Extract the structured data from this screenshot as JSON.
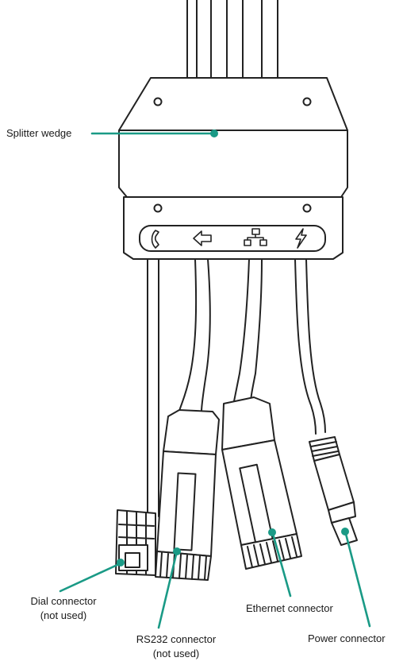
{
  "accent_color": "#1a9a86",
  "outline_color": "#222222",
  "labels": {
    "splitter": "Splitter wedge",
    "dial": {
      "line1": "Dial connector",
      "line2": "(not used)"
    },
    "rs232": {
      "line1": "RS232 connector",
      "line2": "(not used)"
    },
    "ethernet": "Ethernet connector",
    "power": "Power connector"
  },
  "port_icons": [
    "phone-icon",
    "serial-icon",
    "network-icon",
    "power-bolt-icon"
  ]
}
